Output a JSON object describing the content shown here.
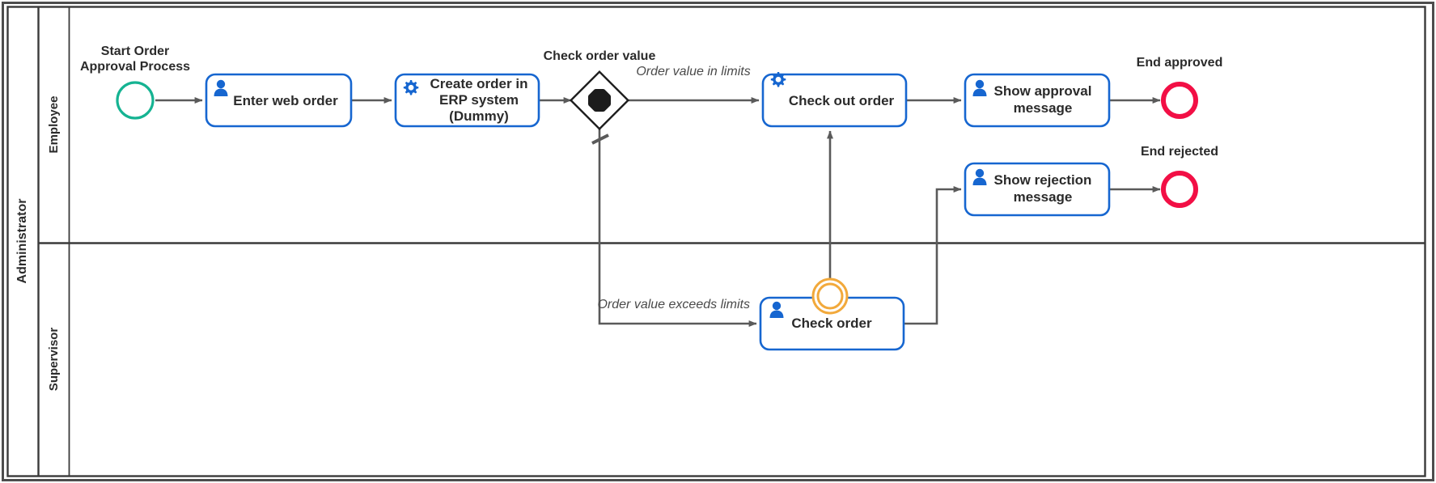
{
  "diagram": {
    "type": "bpmn-process-diagram",
    "pool": {
      "label": "Administrator"
    },
    "lanes": [
      {
        "id": "employee",
        "label": "Employee"
      },
      {
        "id": "supervisor",
        "label": "Supervisor"
      }
    ],
    "colors": {
      "task_border": "#1666d0",
      "task_fill": "#ffffff",
      "icon_blue": "#1666d0",
      "start_event": "#15b392",
      "end_event": "#f20f45",
      "boundary_event": "#f2a93b",
      "flow_line": "#5a5a5a",
      "pool_border": "#3a3a3a",
      "text": "#2b2b2b",
      "flow_label_text": "#4a4a4a",
      "page_border": "#4d4d4d"
    },
    "events": [
      {
        "id": "start-order-approval",
        "kind": "start-event",
        "label": "Start Order\nApproval Process",
        "label_line1": "Start Order",
        "label_line2": "Approval Process",
        "lane": "employee"
      },
      {
        "id": "end-approved",
        "kind": "end-event",
        "label": "End approved",
        "lane": "employee"
      },
      {
        "id": "end-rejected",
        "kind": "end-event",
        "label": "End rejected",
        "lane": "employee"
      },
      {
        "id": "boundary-check-order",
        "kind": "boundary-event-non-interrupting",
        "label": "",
        "lane": "supervisor",
        "attached_to": "check-order"
      }
    ],
    "tasks": [
      {
        "id": "enter-web-order",
        "kind": "user-task",
        "icon": "user-icon",
        "lane": "employee",
        "label": "Enter web order",
        "lines": [
          "Enter web order"
        ]
      },
      {
        "id": "create-order-erp",
        "kind": "service-task",
        "icon": "gear-icon",
        "lane": "employee",
        "label": "Create order in ERP system (Dummy)",
        "lines": [
          "Create order in",
          "ERP system",
          "(Dummy)"
        ]
      },
      {
        "id": "check-out-order",
        "kind": "service-task",
        "icon": "gear-icon",
        "lane": "employee",
        "label": "Check out order",
        "lines": [
          "Check out order"
        ]
      },
      {
        "id": "show-approval-message",
        "kind": "user-task",
        "icon": "user-icon",
        "lane": "employee",
        "label": "Show approval message",
        "lines": [
          "Show approval",
          "message"
        ]
      },
      {
        "id": "show-rejection-message",
        "kind": "user-task",
        "icon": "user-icon",
        "lane": "employee",
        "label": "Show rejection message",
        "lines": [
          "Show rejection",
          "message"
        ]
      },
      {
        "id": "check-order",
        "kind": "user-task",
        "icon": "user-icon",
        "lane": "supervisor",
        "label": "Check order",
        "lines": [
          "Check order"
        ]
      }
    ],
    "gateways": [
      {
        "id": "check-order-value",
        "kind": "complex-gateway",
        "label": "Check order value",
        "lane": "employee"
      }
    ],
    "flows": [
      {
        "id": "f1",
        "from": "start-order-approval",
        "to": "enter-web-order",
        "label": ""
      },
      {
        "id": "f2",
        "from": "enter-web-order",
        "to": "create-order-erp",
        "label": ""
      },
      {
        "id": "f3",
        "from": "create-order-erp",
        "to": "check-order-value",
        "label": ""
      },
      {
        "id": "f4",
        "from": "check-order-value",
        "to": "check-out-order",
        "label": "Order value in limits"
      },
      {
        "id": "f5",
        "from": "check-order-value",
        "to": "check-order",
        "label": "Order value exceeds limits",
        "default": true
      },
      {
        "id": "f6",
        "from": "check-out-order",
        "to": "show-approval-message",
        "label": ""
      },
      {
        "id": "f7",
        "from": "show-approval-message",
        "to": "end-approved",
        "label": ""
      },
      {
        "id": "f8",
        "from": "boundary-check-order",
        "to": "check-out-order",
        "label": ""
      },
      {
        "id": "f9",
        "from": "check-order",
        "to": "show-rejection-message",
        "label": ""
      },
      {
        "id": "f10",
        "from": "show-rejection-message",
        "to": "end-rejected",
        "label": ""
      }
    ]
  }
}
